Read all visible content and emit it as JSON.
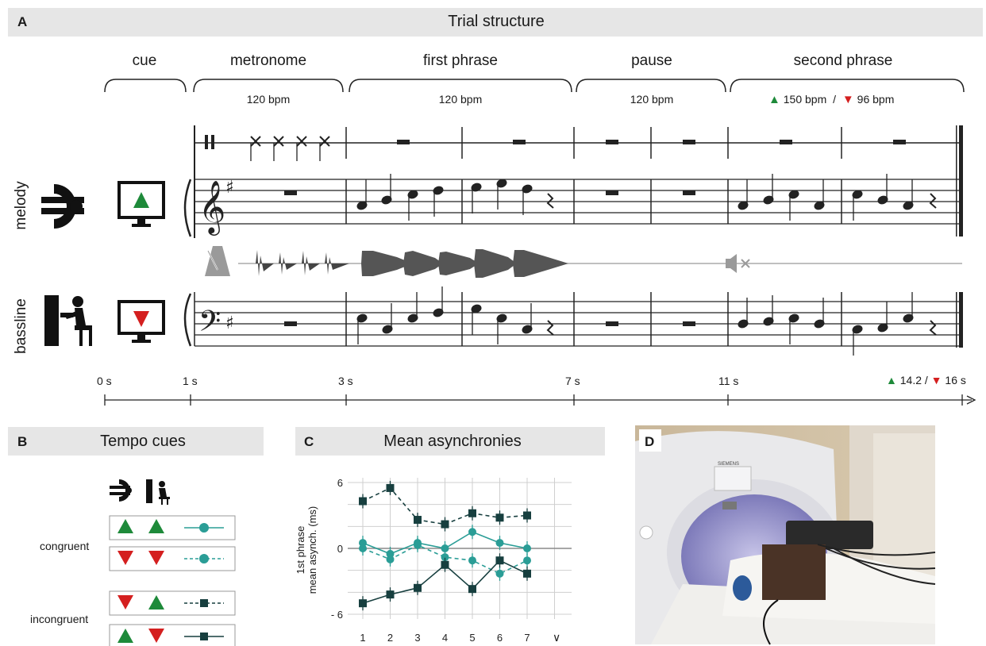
{
  "panel_a": {
    "letter": "A",
    "title": "Trial structure",
    "segments": [
      {
        "label": "cue",
        "bpm": ""
      },
      {
        "label": "metronome",
        "bpm": "120 bpm"
      },
      {
        "label": "first phrase",
        "bpm": "120 bpm"
      },
      {
        "label": "pause",
        "bpm": "120 bpm"
      },
      {
        "label": "second phrase",
        "bpm_fast": "150 bpm",
        "bpm_sep": "/",
        "bpm_slow": "96 bpm"
      }
    ],
    "rows": {
      "melody": "melody",
      "bassline": "bassline"
    },
    "timeline": {
      "ticks": [
        "0 s",
        "1 s",
        "3 s",
        "7 s",
        "11 s"
      ],
      "end_fast": "14.2",
      "end_sep": "/",
      "end_slow": "16 s"
    },
    "colors": {
      "up_triangle": "#1e8a3a",
      "down_triangle": "#d41f1f"
    }
  },
  "panel_b": {
    "letter": "B",
    "title": "Tempo cues",
    "groups": [
      {
        "label": "congruent",
        "rows": [
          {
            "melody": "up",
            "bass": "up",
            "legend": "solid-circle"
          },
          {
            "melody": "down",
            "bass": "down",
            "legend": "dashed-circle"
          }
        ]
      },
      {
        "label": "incongruent",
        "rows": [
          {
            "melody": "down",
            "bass": "up",
            "legend": "dashed-square"
          },
          {
            "melody": "up",
            "bass": "down",
            "legend": "solid-square"
          }
        ]
      }
    ],
    "colors": {
      "circle": "#2a9d96",
      "square": "#173f3f"
    }
  },
  "panel_c": {
    "letter": "C",
    "title": "Mean asynchronies",
    "ylabel_line1": "1st phrase",
    "ylabel_line2": "mean asynch. (ms)",
    "yticks": [
      "6",
      "0",
      "- 6"
    ]
  },
  "panel_d": {
    "letter": "D",
    "brand": "SIEMENS"
  },
  "chart_data": {
    "type": "line",
    "title": "Mean asynchronies",
    "xlabel": "",
    "ylabel": "1st phrase mean asynch. (ms)",
    "x": [
      1,
      2,
      3,
      4,
      5,
      6,
      7
    ],
    "ylim": [
      -6,
      6
    ],
    "series": [
      {
        "marker": "circle",
        "line": "solid",
        "values": [
          0.5,
          -0.5,
          0.5,
          0.0,
          1.5,
          0.5,
          0.0
        ]
      },
      {
        "marker": "circle",
        "line": "dashed",
        "values": [
          0.0,
          -1.0,
          0.3,
          -0.8,
          -1.1,
          -2.3,
          -1.1
        ]
      },
      {
        "marker": "square",
        "line": "dashed",
        "values": [
          4.3,
          5.5,
          2.6,
          2.2,
          3.2,
          2.8,
          3.0
        ]
      },
      {
        "marker": "square",
        "line": "solid",
        "values": [
          -5.0,
          -4.2,
          -3.6,
          -1.5,
          -3.7,
          -1.1,
          -2.3
        ]
      }
    ],
    "grid": true
  }
}
